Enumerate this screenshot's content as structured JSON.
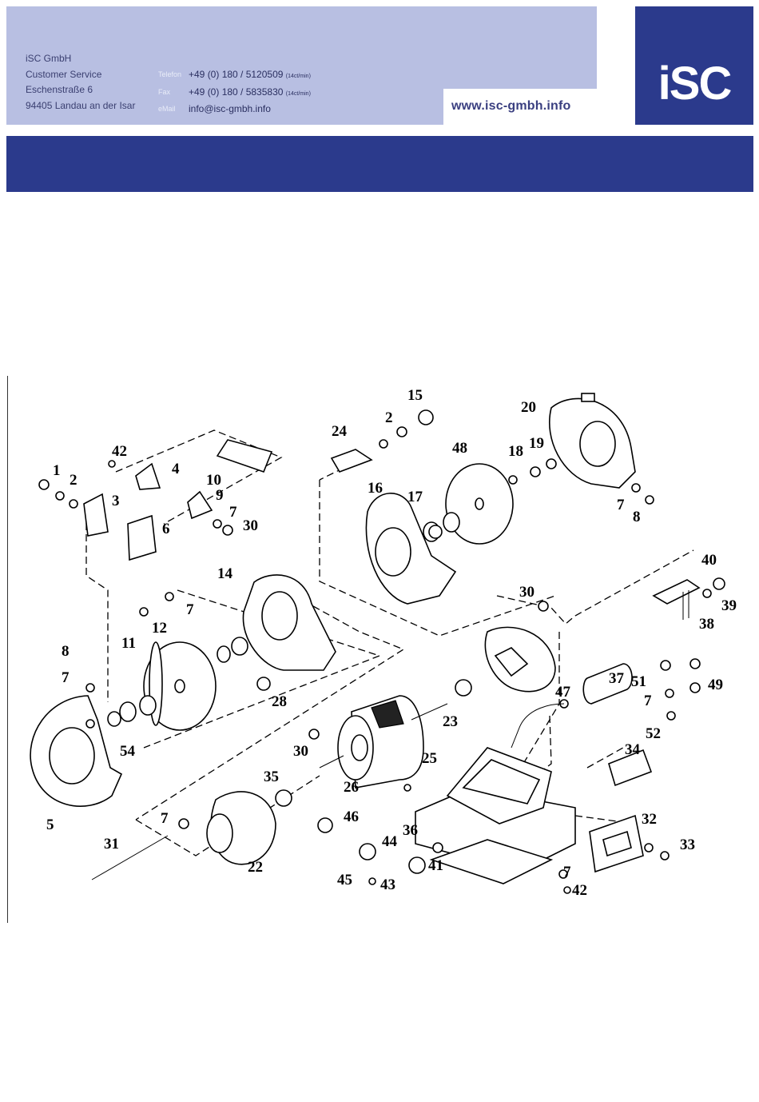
{
  "header": {
    "address": [
      "iSC GmbH",
      "Customer Service",
      "Eschenstraße 6",
      "94405 Landau an der Isar"
    ],
    "contact": [
      {
        "label": "Telefon",
        "value": "+49 (0) 180 / 5120509",
        "note": "(14ct/min)"
      },
      {
        "label": "Fax",
        "value": "+49 (0) 180 / 5835830",
        "note": "(14ct/min)"
      },
      {
        "label": "eMail",
        "value": "info@isc-gmbh.info",
        "note": ""
      }
    ],
    "website": "www.isc-gmbh.info",
    "logo": "iSC"
  },
  "colors": {
    "header_bg": "#b8bfe2",
    "brand_blue": "#2b3a8c"
  },
  "diagram": {
    "labels": [
      "1",
      "2",
      "3",
      "4",
      "42",
      "10",
      "9",
      "7",
      "30",
      "6",
      "8",
      "7",
      "5",
      "54",
      "11",
      "12",
      "7",
      "14",
      "28",
      "24",
      "2",
      "15",
      "16",
      "17",
      "48",
      "18",
      "19",
      "20",
      "7",
      "8",
      "40",
      "39",
      "38",
      "30",
      "23",
      "47",
      "37",
      "51",
      "49",
      "7",
      "52",
      "30",
      "26",
      "25",
      "34",
      "35",
      "7",
      "22",
      "31",
      "46",
      "44",
      "36",
      "45",
      "43",
      "41",
      "7",
      "42",
      "32",
      "33"
    ]
  }
}
